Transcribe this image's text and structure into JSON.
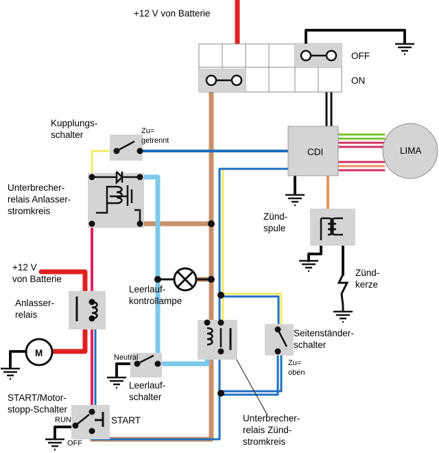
{
  "labels": {
    "battery_top": "+12 V von Batterie",
    "battery_left_1": "+12 V",
    "battery_left_2": "von Batterie",
    "off": "OFF",
    "on": "ON",
    "cdi": "CDI",
    "lima": "LIMA",
    "clutch_1": "Kupplungs-",
    "clutch_2": "schalter",
    "clutch_state_1": "Zu=",
    "clutch_state_2": "getrennt",
    "starter_cutoff_1": "Unterbrecher-",
    "starter_cutoff_2": "relais Anlasser-",
    "starter_cutoff_3": "stromkreis",
    "ignition_coil_1": "Zünd-",
    "ignition_coil_2": "spule",
    "spark_plug_1": "Zünd-",
    "spark_plug_2": "kerze",
    "neutral_lamp_1": "Leerlauf-",
    "neutral_lamp_2": "kontrollampe",
    "starter_relay_1": "Anlasser-",
    "starter_relay_2": "relais",
    "motor": "M",
    "sidestand_1": "Seitenständer-",
    "sidestand_2": "schalter",
    "sidestand_state_1": "Zu=",
    "sidestand_state_2": "oben",
    "neutral_state": "Neutral",
    "neutral_switch_1": "Leerlauf-",
    "neutral_switch_2": "schalter",
    "start_stop_1": "START/Motor-",
    "start_stop_2": "stopp-Schalter",
    "run": "RUN",
    "off_small": "OFF",
    "start": "START",
    "ignition_cutoff_1": "Unterbrecher-",
    "ignition_cutoff_2": "relais Zünd-",
    "ignition_cutoff_3": "stromkreis"
  },
  "colors": {
    "red": "#e02020",
    "brown": "#c8906a",
    "light_blue": "#7ec8ec",
    "blue": "#1e6fc0",
    "yellow": "#f0ec60",
    "green": "#78c030",
    "pink": "#d03060",
    "orange": "#e89060",
    "black": "#111111",
    "box_gray": "#d4d4d4"
  }
}
